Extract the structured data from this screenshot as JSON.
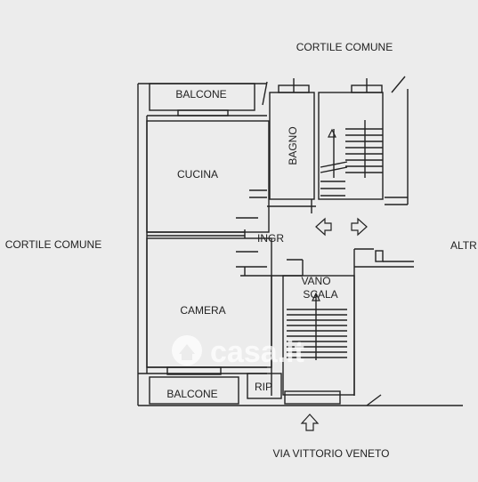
{
  "labels": {
    "cortile_top": "CORTILE COMUNE",
    "cortile_left": "CORTILE COMUNE",
    "altri": "ALTR",
    "balcone_top": "BALCONE",
    "balcone_bottom": "BALCONE",
    "cucina": "CUCINA",
    "bagno": "BAGNO",
    "ingr": "INGR",
    "camera": "CAMERA",
    "vano_line1": "VANO",
    "vano_line2": "SCALA",
    "rip": "RIP",
    "street": "VIA VITTORIO VENETO"
  },
  "watermark": {
    "text": "casa.it"
  },
  "colors": {
    "background": "#ececec",
    "wall": "#222222",
    "watermark": "#ffffff"
  }
}
